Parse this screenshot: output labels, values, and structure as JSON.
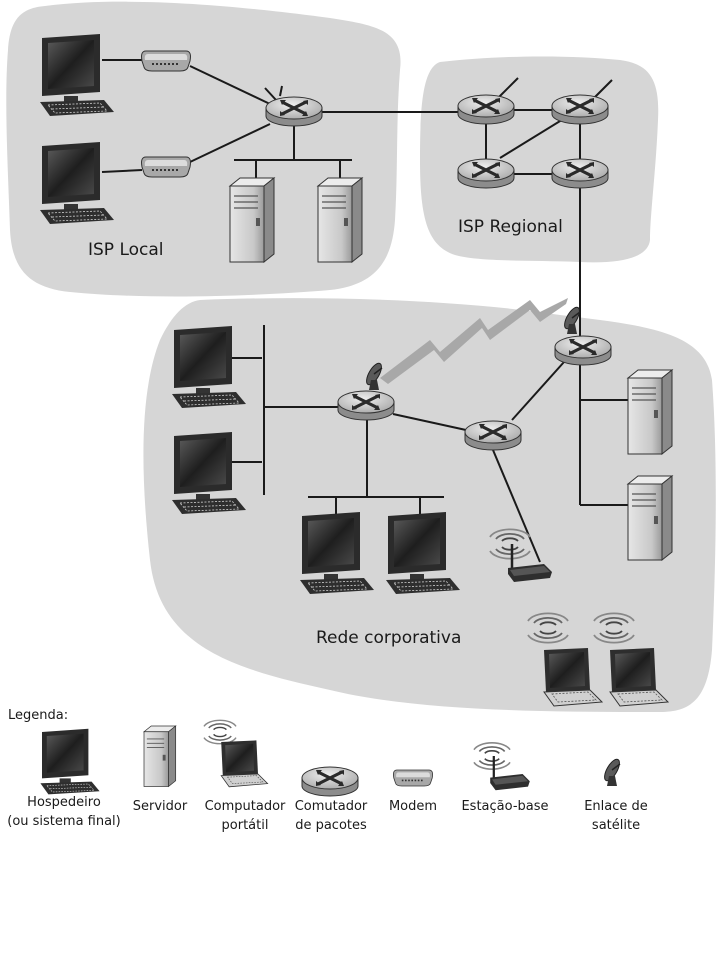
{
  "regions": {
    "isp_local": "ISP Local",
    "isp_regional": "ISP Regional",
    "corporate": "Rede corporativa"
  },
  "legend": {
    "title": "Legenda:",
    "host_line1": "Hospedeiro",
    "host_line2": "(ou sistema final)",
    "server": "Servidor",
    "laptop_line1": "Computador",
    "laptop_line2": "portátil",
    "switch_line1": "Comutador",
    "switch_line2": "de pacotes",
    "modem": "Modem",
    "base_station": "Estação-base",
    "satellite_line1": "Enlace de",
    "satellite_line2": "satélite"
  },
  "colors": {
    "cloud_fill": "#d6d6d6",
    "device_dark": "#2b2b2b",
    "screen": "#3a3a3a",
    "router_fill": "#cfcfcf",
    "server_fill": "#cccccc",
    "satellite_beam": "#a8a8a8"
  }
}
